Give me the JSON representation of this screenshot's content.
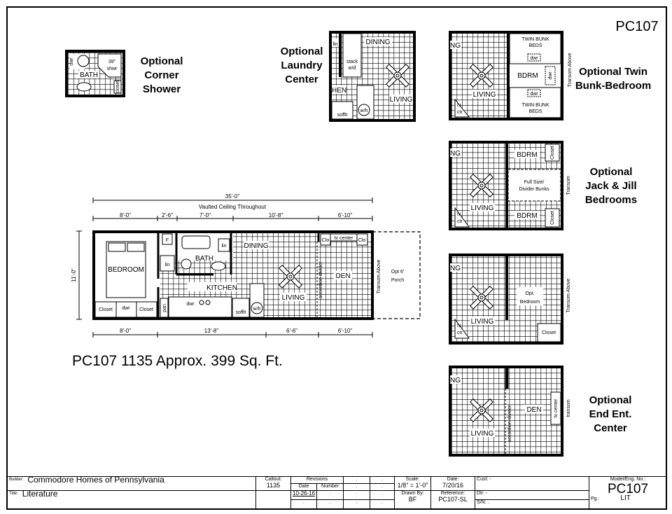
{
  "sheet": {
    "model_title": "PC107",
    "summary": "PC107 1135  Approx. 399 Sq. Ft."
  },
  "main_plan": {
    "overall_dim": "35'-0\"",
    "ceiling_note": "Vaulted Ceiling Throughout",
    "top_dims": [
      "8'-0\"",
      "2'-6\"",
      "7'-0\"",
      "10'-8\"",
      "6'-10\""
    ],
    "bottom_dims": [
      "8'-0\"",
      "13'-8\"",
      "6'-6\"",
      "6'-10\""
    ],
    "width_dim": "11'-0\"",
    "rooms": {
      "bedroom": "BEDROOM",
      "closet": "Closet",
      "dwr": "dwr",
      "f": "F",
      "lin": "lin",
      "bath": "BATH",
      "kitchen": "KITCHEN",
      "pan": "pan",
      "soffit": "soffit",
      "wh": "w/h",
      "dining": "DINING",
      "living": "LIVING",
      "accordion": "accordion divider",
      "den": "DEN",
      "clo": "Clo",
      "tv_center": "tv center",
      "transom_above": "Transom Above",
      "porch": [
        "Opt 6'",
        "Porch"
      ]
    }
  },
  "options": {
    "corner_shower": {
      "title": [
        "Optional",
        "Corner",
        "Shower"
      ],
      "labels": {
        "dwr": "dwr",
        "shwr_size": "39\"",
        "shwr": "shwr",
        "bath": "BATH",
        "closet": "closet"
      }
    },
    "laundry": {
      "title": [
        "Optional",
        "Laundry",
        "Center"
      ],
      "labels": {
        "lin": "lin",
        "dining": "DINING",
        "stack": "stack",
        "wd": "w/d",
        "kitchen": "HEN",
        "living": "LIVING",
        "soffit": "soffit",
        "wh": "w/h"
      }
    },
    "twin_bunk": {
      "title": [
        "Optional Twin",
        "Bunk-Bedroom"
      ],
      "labels": {
        "ng": "NG",
        "twin_bunk": [
          "TWIN BUNK",
          "BEDS"
        ],
        "dwr": "dwr",
        "bdrm": "BDRM",
        "living": "LIVING",
        "tv": "tv",
        "ctr": "ctr",
        "transom": "Transom Above"
      }
    },
    "jack_jill": {
      "title": [
        "Optional",
        "Jack & Jill",
        "Bedrooms"
      ],
      "labels": {
        "ng": "NG",
        "bdrm": "BDRM",
        "closet": "Closet",
        "bunks": [
          "Full Size/",
          "Divider Bunks"
        ],
        "living": "LIVING",
        "tv": "tv",
        "ctr": "ctr",
        "transom": "Transom"
      }
    },
    "opt_bedroom": {
      "labels": {
        "ng": "NG",
        "bedroom": [
          "Opt.",
          "Bedroom"
        ],
        "living": "LIVING",
        "closet": "Closet",
        "tv": "tv",
        "ctr": "ctr",
        "transom": "Transom Above"
      }
    },
    "end_ent": {
      "title": [
        "Optional",
        "End Ent.",
        "Center"
      ],
      "labels": {
        "ng": "NG",
        "den": "DEN",
        "accordion": "accordion divider",
        "tv_center": "tv center",
        "living": "LIVING",
        "transom": "transom"
      }
    }
  },
  "title_block": {
    "builder_label": "Builder:",
    "builder": "Commodore Homes of Pennsylvania",
    "title_label": "Title:",
    "title": "Literature",
    "callout_label": "Callout:",
    "callout": "1135",
    "revisions_label": "Revisions",
    "rev_date_label": "Date",
    "rev_number_label": "Number",
    "rev_date": "10-26-16",
    "blank": ".",
    "scale_label": "Scale:",
    "scale": "1/8\" = 1'-0\"",
    "date_label": "Date:",
    "date": "7/20/16",
    "drawn_label": "Drawn By:",
    "drawn": "BF",
    "reference_label": "Reference:",
    "reference": "PC107-SL",
    "cust_label": "Cust:",
    "cust": "-",
    "dlr_label": "Dlr:",
    "dlr": "-",
    "sn_label": "S/N:",
    "sn": ".",
    "model_label": "Model/Eng. No.:",
    "model": "PC107",
    "pg_label": "Pg.:",
    "pg": "LIT"
  }
}
